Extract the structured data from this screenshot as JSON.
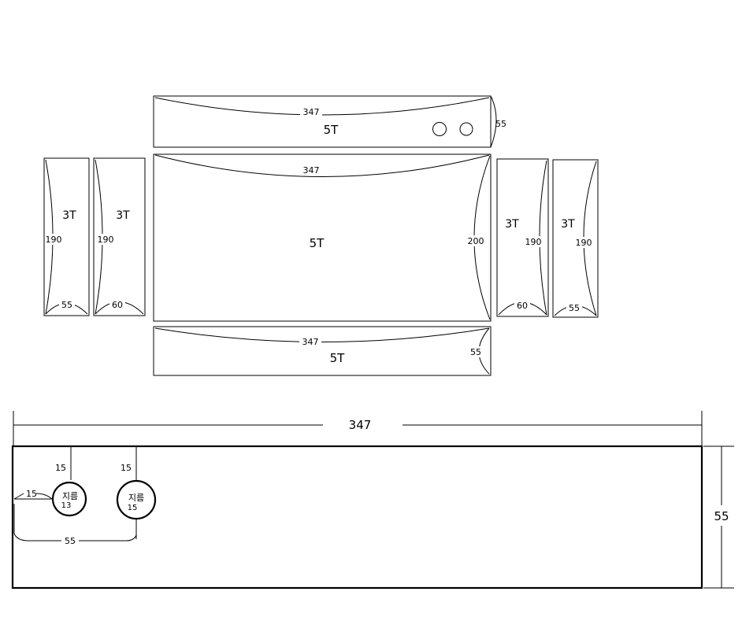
{
  "top_panel": {
    "length": "347",
    "thickness": "5T",
    "height": "55"
  },
  "main_panel": {
    "length": "347",
    "thickness": "5T",
    "height": "200"
  },
  "bottom_panel": {
    "length": "347",
    "thickness": "5T",
    "height": "55"
  },
  "left_panels": [
    {
      "thickness": "3T",
      "height": "190",
      "width": "55"
    },
    {
      "thickness": "3T",
      "height": "190",
      "width": "60"
    }
  ],
  "right_panels": [
    {
      "thickness": "3T",
      "height": "190",
      "width": "60"
    },
    {
      "thickness": "3T",
      "height": "190",
      "width": "55"
    }
  ],
  "detail": {
    "length": "347",
    "height": "55",
    "hole_offset_x": "15",
    "hole1_offset_y": "15",
    "hole2_offset_y": "15",
    "hole_spacing": "55",
    "hole1_label": "지름",
    "hole1_size": "13",
    "hole2_label": "지름",
    "hole2_size": "15"
  }
}
